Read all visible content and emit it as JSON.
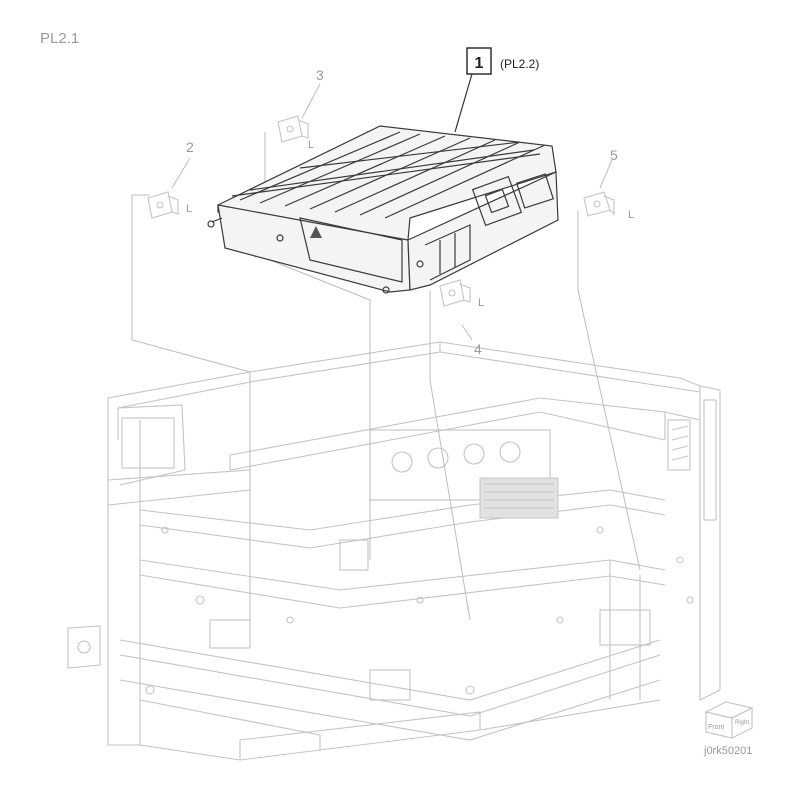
{
  "diagram": {
    "plate_id": "PL2.1",
    "image_code": "j0rk50201",
    "callouts": [
      {
        "num": "1",
        "ref": "(PL2.2)"
      },
      {
        "num": "2"
      },
      {
        "num": "3"
      },
      {
        "num": "4"
      },
      {
        "num": "5"
      }
    ],
    "fastener_label": "L",
    "orientation": {
      "front": "Front",
      "right": "Right"
    }
  }
}
